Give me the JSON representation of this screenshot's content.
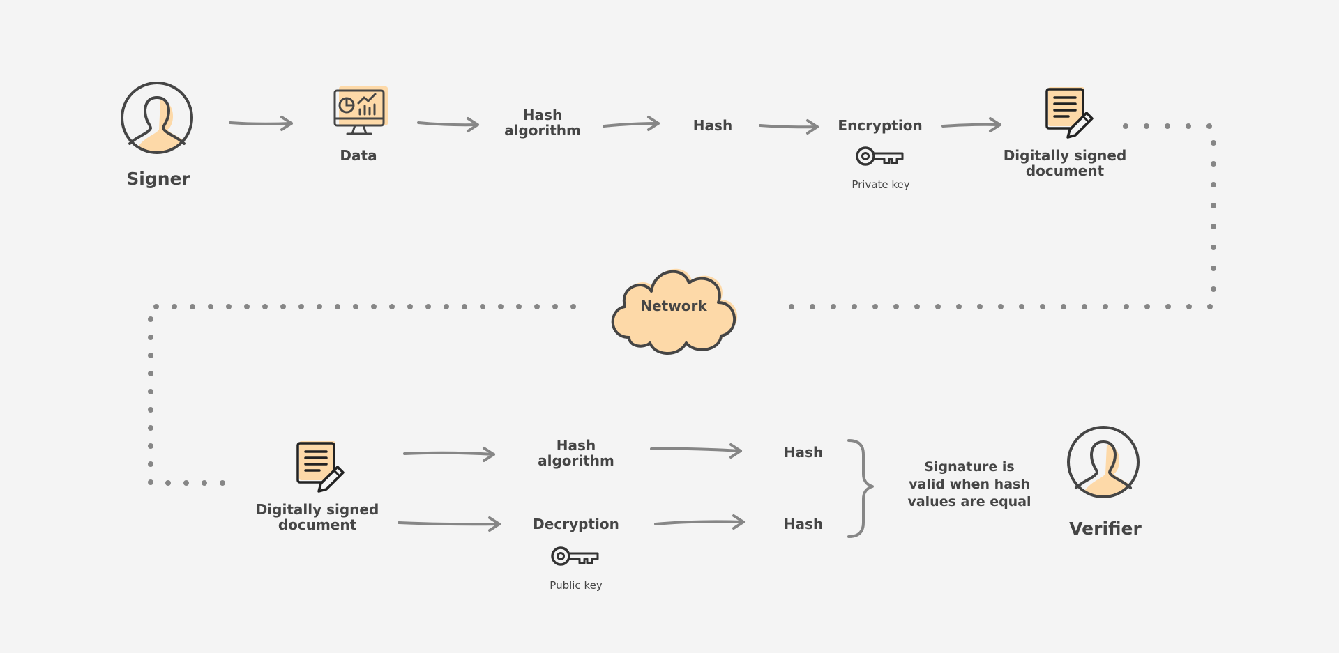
{
  "colors": {
    "background": "#f4f4f4",
    "accent": "#fdd9a8",
    "ink": "#454545",
    "connector": "#868686"
  },
  "signing_flow": {
    "signer_label": "Signer",
    "signer_icon": "user-icon",
    "data_label": "Data",
    "data_icon": "dashboard-monitor-icon",
    "hash_algorithm_label": [
      "Hash",
      "algorithm"
    ],
    "hash_label": "Hash",
    "encryption_label": "Encryption",
    "private_key_label": "Private key",
    "private_key_icon": "key-icon",
    "signed_document_label": [
      "Digitally signed",
      "document"
    ],
    "signed_document_icon": "signed-document-icon"
  },
  "network": {
    "label": "Network",
    "icon": "cloud-icon"
  },
  "verification_flow": {
    "signed_document_label": [
      "Digitally signed",
      "document"
    ],
    "signed_document_icon": "signed-document-icon",
    "hash_algorithm_label": [
      "Hash",
      "algorithm"
    ],
    "hash_top_label": "Hash",
    "decryption_label": "Decryption",
    "public_key_label": "Public key",
    "public_key_icon": "key-icon",
    "hash_bottom_label": "Hash",
    "validity_note": [
      "Signature is",
      "valid when hash",
      "values are equal"
    ],
    "verifier_label": "Verifier",
    "verifier_icon": "user-icon"
  }
}
